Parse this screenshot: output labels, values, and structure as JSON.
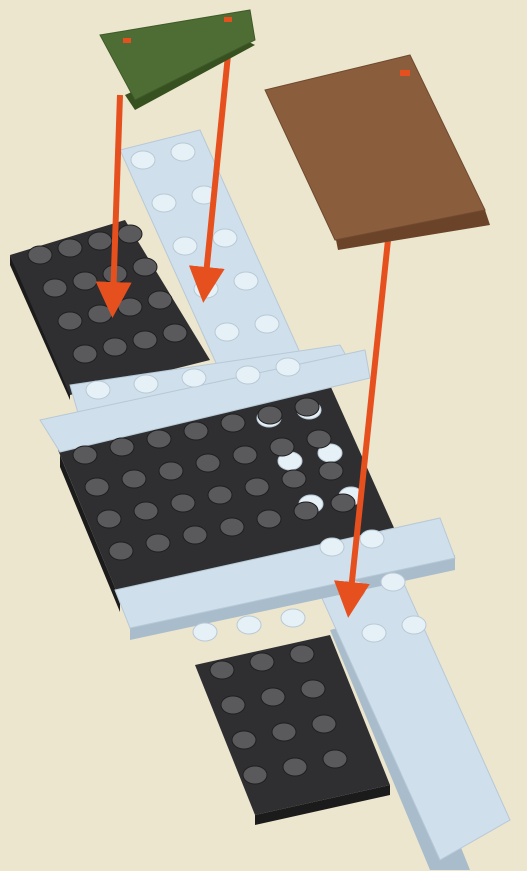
{
  "colors": {
    "background": "#ece6cf",
    "light_bluish_gray": "#cfe0ec",
    "light_bluish_gray_side": "#a9bccb",
    "light_bluish_gray_stud": "#e6f0f7",
    "black_plate": "#2f2f31",
    "black_plate_side": "#1b1b1c",
    "black_stud": "#5a5a5c",
    "green_wedge": "#4e6d34",
    "green_wedge_side": "#37501f",
    "brown_tile": "#8a5d3c",
    "brown_tile_side": "#6a4328",
    "arrow": "#e6501e",
    "marker": "#e6501e"
  },
  "parts": [
    {
      "name": "green-wedge-plate",
      "color": "green",
      "kind": "wedge plate"
    },
    {
      "name": "brown-tile",
      "color": "brown",
      "kind": "tile"
    }
  ],
  "arrows": [
    {
      "from": "green-wedge-plate",
      "to": "black-plate-top"
    },
    {
      "from": "green-wedge-plate",
      "to": "light-plate-top"
    },
    {
      "from": "brown-tile",
      "to": "light-plate-bottom"
    }
  ]
}
